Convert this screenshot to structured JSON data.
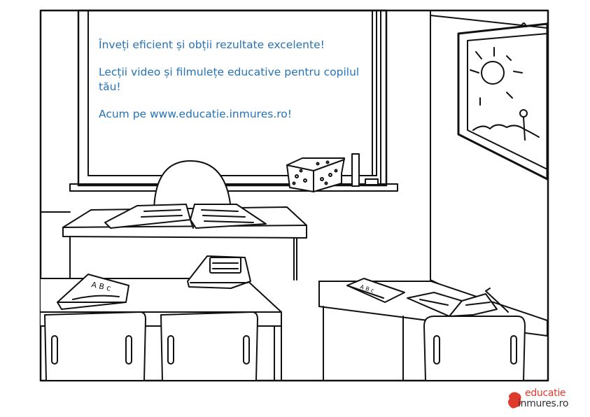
{
  "board": {
    "line1": "Înveți eficient și obții rezultate excelente!",
    "line2": "Lecții video și filmulețe educative pentru copilul tău!",
    "line3": "Acum pe www.educatie.inmures.ro!"
  },
  "notebook_label": "A B c",
  "small_book_label": "A B c",
  "logo": {
    "word1": "educatie",
    "word2": "inmures.ro"
  },
  "colors": {
    "board_text": "#2672b8",
    "logo_red": "#e03a2f",
    "line": "#111111"
  }
}
